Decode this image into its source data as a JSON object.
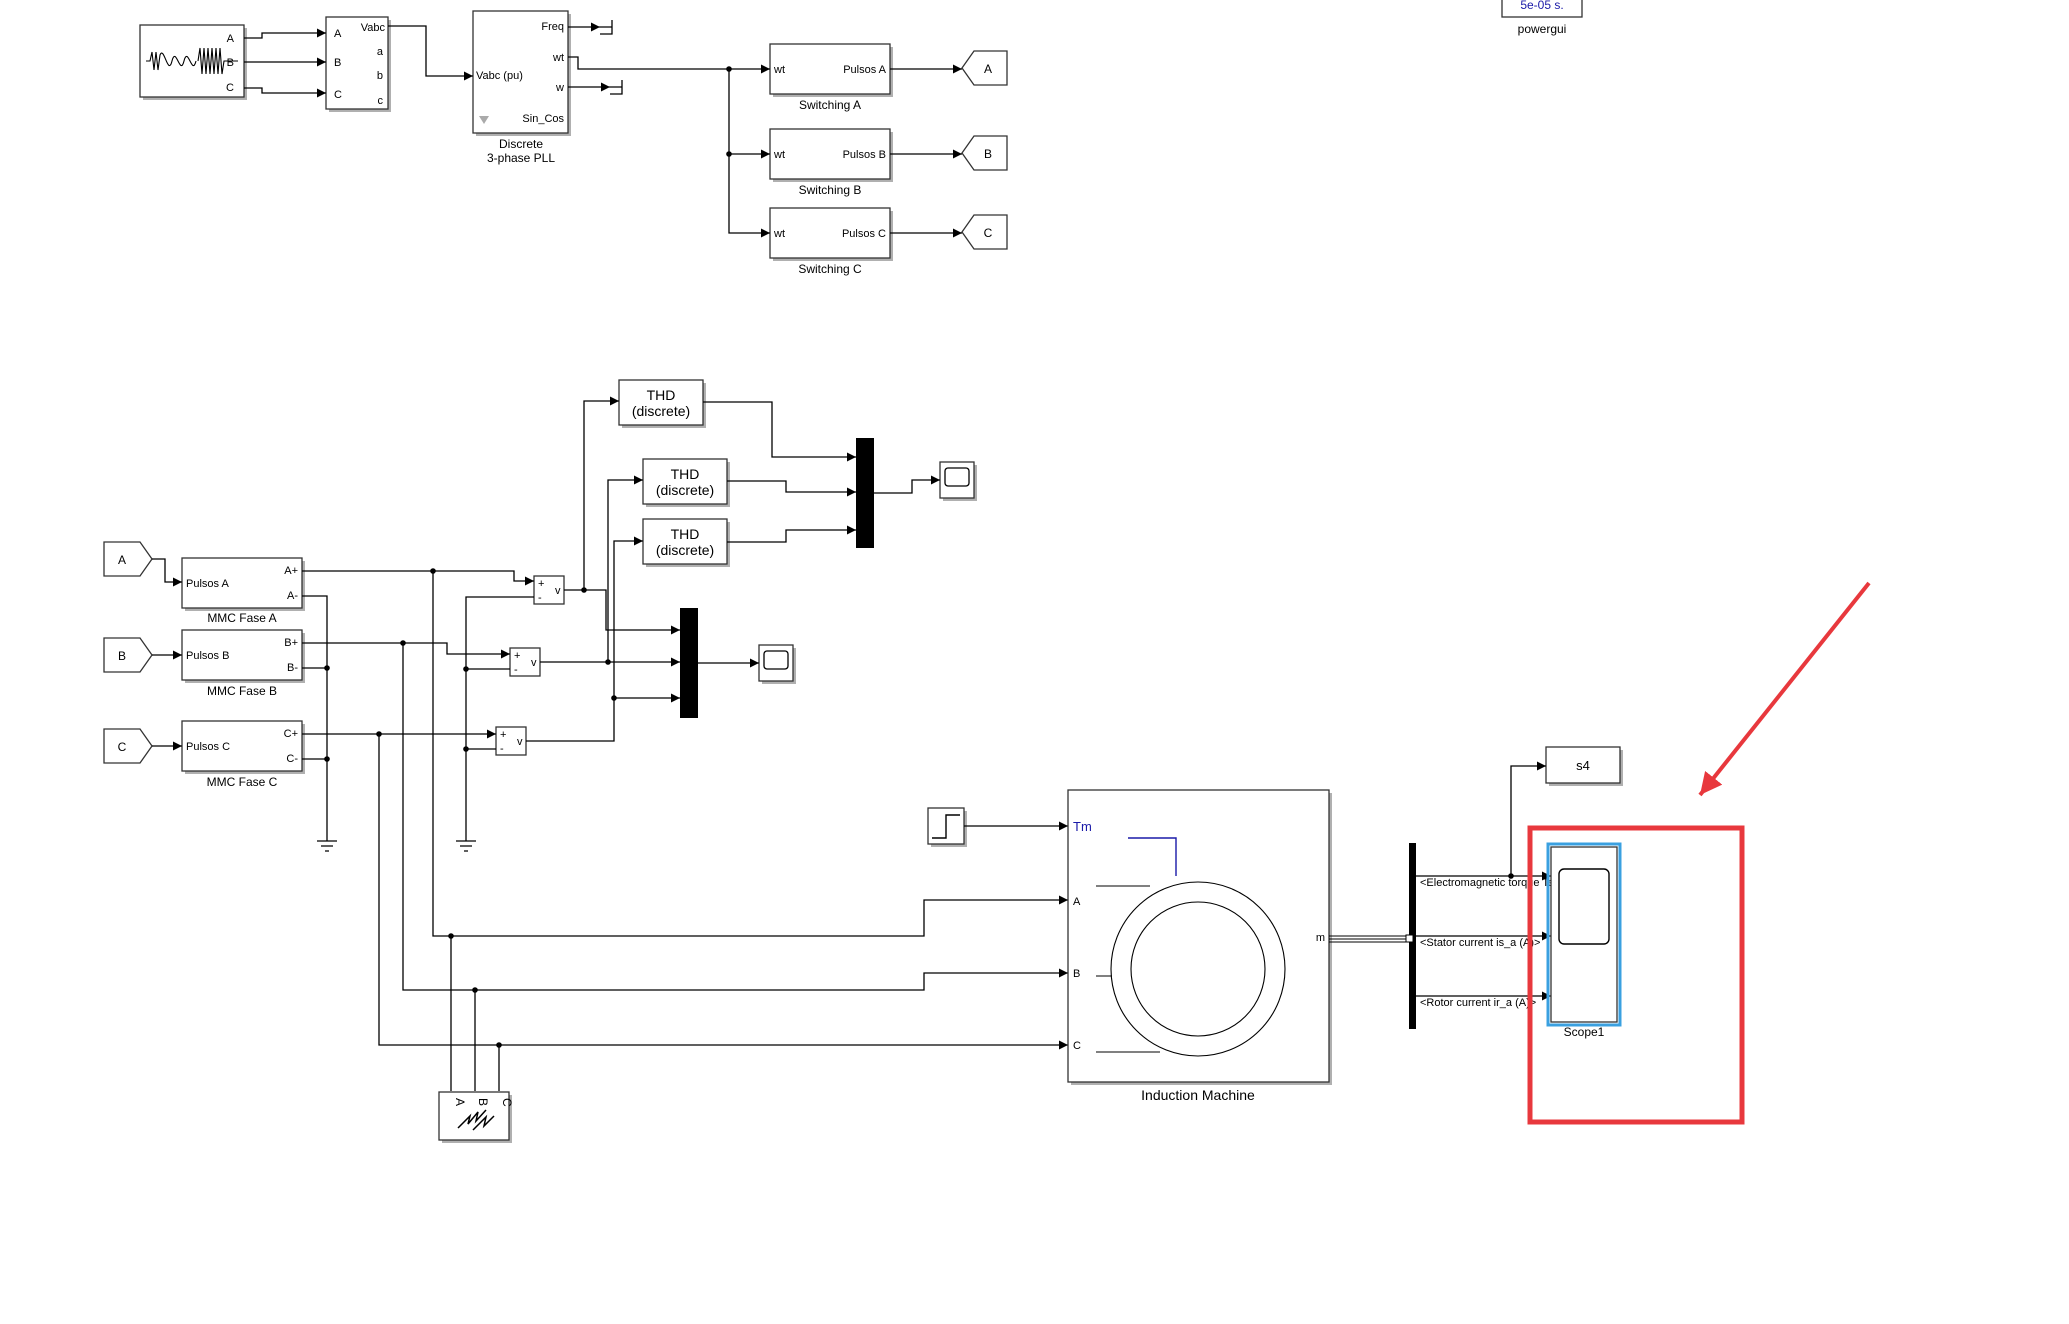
{
  "powergui": {
    "sample_time": "5e-05 s.",
    "label": "powergui"
  },
  "source": {
    "ports": [
      "A",
      "B",
      "C"
    ],
    "vi_ports_in": [
      "A",
      "B",
      "C"
    ],
    "vi_top": "Vabc",
    "vi_ports_out": [
      "a",
      "b",
      "c"
    ]
  },
  "pll": {
    "input": "Vabc (pu)",
    "outputs": [
      "Freq",
      "wt",
      "w",
      "Sin_Cos"
    ],
    "label_line1": "Discrete",
    "label_line2": "3-phase PLL"
  },
  "switching": [
    {
      "in": "wt",
      "out": "Pulsos A",
      "label": "Switching A",
      "goto": "A"
    },
    {
      "in": "wt",
      "out": "Pulsos B",
      "label": "Switching B",
      "goto": "B"
    },
    {
      "in": "wt",
      "out": "Pulsos C",
      "label": "Switching C",
      "goto": "C"
    }
  ],
  "thd": {
    "line1": "THD",
    "line2": "(discrete)"
  },
  "mmc": [
    {
      "from": "A",
      "in": "Pulsos A",
      "pos": "A+",
      "neg": "A-",
      "label": "MMC Fase A"
    },
    {
      "from": "B",
      "in": "Pulsos B",
      "pos": "B+",
      "neg": "B-",
      "label": "MMC Fase B"
    },
    {
      "from": "C",
      "in": "Pulsos C",
      "pos": "C+",
      "neg": "C-",
      "label": "MMC Fase C"
    }
  ],
  "vmeas": {
    "plus": "+",
    "minus": "-",
    "out": "v"
  },
  "fault": {
    "ports": [
      "A",
      "B",
      "C"
    ]
  },
  "machine": {
    "label": "Induction Machine",
    "tm": "Tm",
    "ports": [
      "A",
      "B",
      "C"
    ],
    "m": "m"
  },
  "bus_signals": [
    "<Electromagnetic torque Te (N*m)>",
    "<Stator current is_a (A)>",
    "<Rotor current ir_a (A)>"
  ],
  "s4": "s4",
  "scope1": "Scope1",
  "colors": {
    "highlight": "#e8383d",
    "selected": "#3aa0e0",
    "tm": "#1a1aa8"
  }
}
